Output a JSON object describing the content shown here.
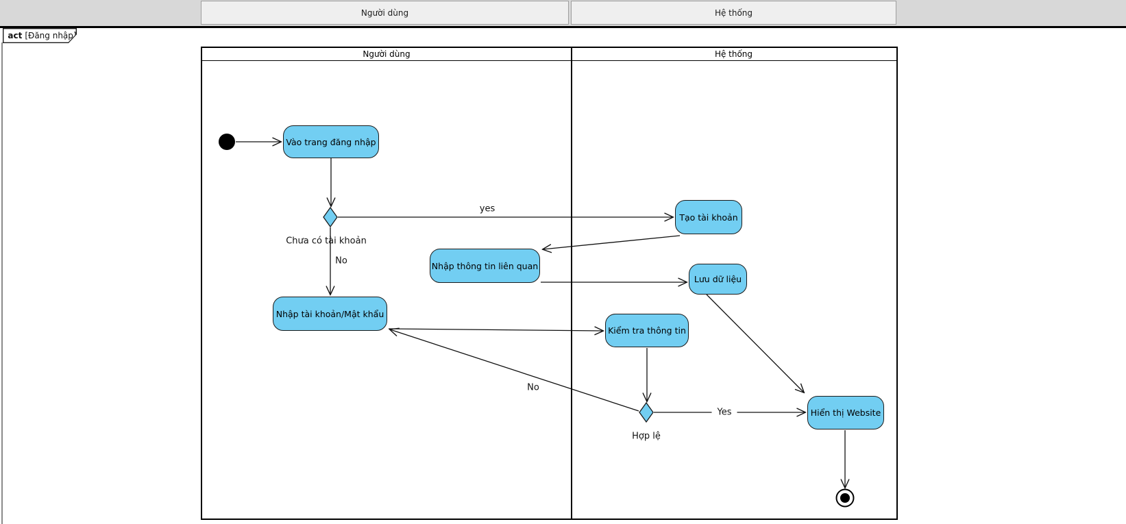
{
  "topbar": {
    "lane1_label": "Người dùng",
    "lane2_label": "Hệ thống"
  },
  "frame": {
    "keyword": "act",
    "title": "[Đăng nhập]"
  },
  "lanes": {
    "lane1_title": "Người dùng",
    "lane2_title": "Hệ thống"
  },
  "nodes": {
    "n1": "Vào trang đăng nhập",
    "n2": "Tạo tài khoản",
    "n3": "Nhập thông tin liên quan",
    "n4": "Lưu dữ liệu",
    "n5": "Nhập tài khoản/Mật khẩu",
    "n6": "Kiểm tra thông tin",
    "n7": "Hiển thị Website"
  },
  "edge_labels": {
    "yes_create": "yes",
    "guard_no_account": "Chưa có tài khoản",
    "no_login": "No",
    "guard_valid": "Hợp lệ",
    "yes_show": "Yes",
    "no_retry": "No"
  },
  "colors": {
    "node_fill": "#72CEF2",
    "node_border": "#1a1a1a",
    "pool_border": "#000000",
    "edge": "#111111",
    "topbar_bg": "#d8d8d8",
    "topbar_box_bg": "#efefef"
  }
}
